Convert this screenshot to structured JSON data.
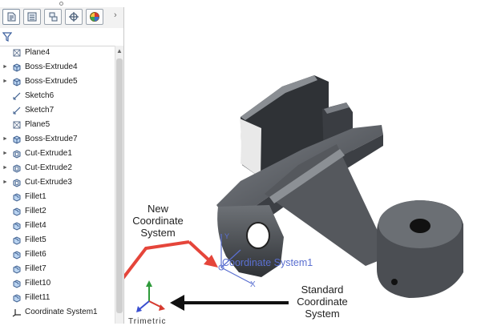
{
  "feature_tree": {
    "items": [
      {
        "label": "Plane4",
        "icon": "plane-icon",
        "expandable": false
      },
      {
        "label": "Boss-Extrude4",
        "icon": "boss-extrude-icon",
        "expandable": true
      },
      {
        "label": "Boss-Extrude5",
        "icon": "boss-extrude-icon",
        "expandable": true
      },
      {
        "label": "Sketch6",
        "icon": "sketch-icon",
        "expandable": false
      },
      {
        "label": "Sketch7",
        "icon": "sketch-icon",
        "expandable": false
      },
      {
        "label": "Plane5",
        "icon": "plane-icon",
        "expandable": false
      },
      {
        "label": "Boss-Extrude7",
        "icon": "boss-extrude-icon",
        "expandable": true
      },
      {
        "label": "Cut-Extrude1",
        "icon": "cut-extrude-icon",
        "expandable": true
      },
      {
        "label": "Cut-Extrude2",
        "icon": "cut-extrude-icon",
        "expandable": true
      },
      {
        "label": "Cut-Extrude3",
        "icon": "cut-extrude-icon",
        "expandable": true
      },
      {
        "label": "Fillet1",
        "icon": "fillet-icon",
        "expandable": false
      },
      {
        "label": "Fillet2",
        "icon": "fillet-icon",
        "expandable": false
      },
      {
        "label": "Fillet4",
        "icon": "fillet-icon",
        "expandable": false
      },
      {
        "label": "Fillet5",
        "icon": "fillet-icon",
        "expandable": false
      },
      {
        "label": "Fillet6",
        "icon": "fillet-icon",
        "expandable": false
      },
      {
        "label": "Fillet7",
        "icon": "fillet-icon",
        "expandable": false
      },
      {
        "label": "Fillet10",
        "icon": "fillet-icon",
        "expandable": false
      },
      {
        "label": "Fillet11",
        "icon": "fillet-icon",
        "expandable": false
      },
      {
        "label": "Coordinate System1",
        "icon": "coordinate-system-icon",
        "expandable": false
      }
    ]
  },
  "tabs": [
    {
      "name": "feature-manager-tab",
      "icon": "feature-manager-icon"
    },
    {
      "name": "property-manager-tab",
      "icon": "property-manager-icon"
    },
    {
      "name": "configuration-manager-tab",
      "icon": "configuration-manager-icon"
    },
    {
      "name": "dimxpert-manager-tab",
      "icon": "dimxpert-icon"
    },
    {
      "name": "display-manager-tab",
      "icon": "display-manager-icon"
    }
  ],
  "viewport": {
    "coordinate_system_label": "Coordinate System1",
    "annotation_new": "New Coordinate System",
    "annotation_standard": "Standard Coordinate System",
    "clipped_text": "Trimetric"
  },
  "colors": {
    "axis_x": "#d63a2f",
    "axis_y": "#2e9a3a",
    "axis_z": "#3a4fd0",
    "csys_blue": "#5a6fd0",
    "annotation_red": "#e5453a",
    "annotation_black": "#111111",
    "part_gray": "#5a5d62"
  }
}
